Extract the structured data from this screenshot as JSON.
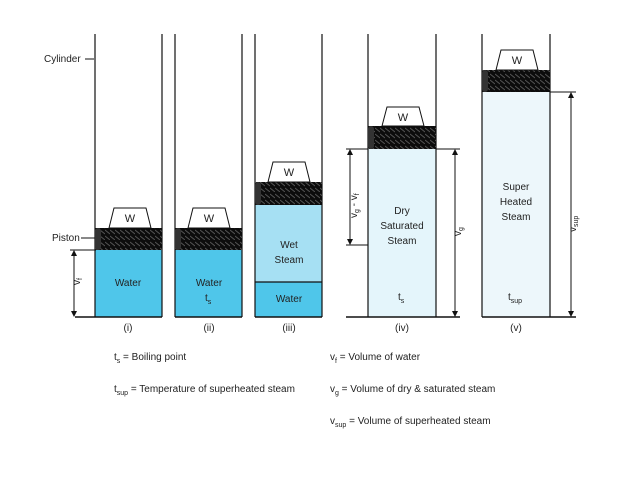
{
  "labels": {
    "cylinder": "Cylinder",
    "piston": "Piston",
    "weight": "W"
  },
  "stages": [
    {
      "id": "i",
      "caption": "(i)",
      "content_lines": [
        "Water"
      ],
      "temp_main": "",
      "temp_sub": ""
    },
    {
      "id": "ii",
      "caption": "(ii)",
      "content_lines": [
        "Water"
      ],
      "temp_main": "t",
      "temp_sub": "s"
    },
    {
      "id": "iii",
      "caption": "(iii)",
      "upper_lines": [
        "Wet",
        "Steam"
      ],
      "lower_lines": [
        "Water"
      ]
    },
    {
      "id": "iv",
      "caption": "(iv)",
      "content_lines": [
        "Dry",
        "Saturated",
        "Steam"
      ],
      "temp_main": "t",
      "temp_sub": "s"
    },
    {
      "id": "v",
      "caption": "(v)",
      "content_lines": [
        "Super",
        "Heated",
        "Steam"
      ],
      "temp_main": "t",
      "temp_sub": "sup"
    }
  ],
  "dimensions": {
    "vf": {
      "main": "v",
      "sub": "f"
    },
    "vg_minus_vf": {
      "text": "v",
      "sub1": "g",
      "mid": " - v",
      "sub2": "f"
    },
    "vg": {
      "main": "v",
      "sub": "g"
    },
    "vsup": {
      "main": "v",
      "sub": "sup"
    }
  },
  "legend": [
    {
      "sym_main": "t",
      "sym_sub": "s",
      "desc": " = Boiling point"
    },
    {
      "sym_main": "t",
      "sym_sub": "sup",
      "desc": " = Temperature of superheated steam"
    },
    {
      "sym_main": "v",
      "sym_sub": "f",
      "desc": " = Volume of water"
    },
    {
      "sym_main": "v",
      "sym_sub": "g",
      "desc": " = Volume of dry & saturated steam"
    },
    {
      "sym_main": "v",
      "sym_sub": "sup",
      "desc": " = Volume of superheated steam"
    }
  ],
  "colors": {
    "water": "#4fc6ea",
    "wet_steam": "#a6e0f3",
    "dry_steam": "#e4f5fb",
    "superheated": "#edf7fb",
    "piston": "#111111",
    "line": "#111111"
  }
}
